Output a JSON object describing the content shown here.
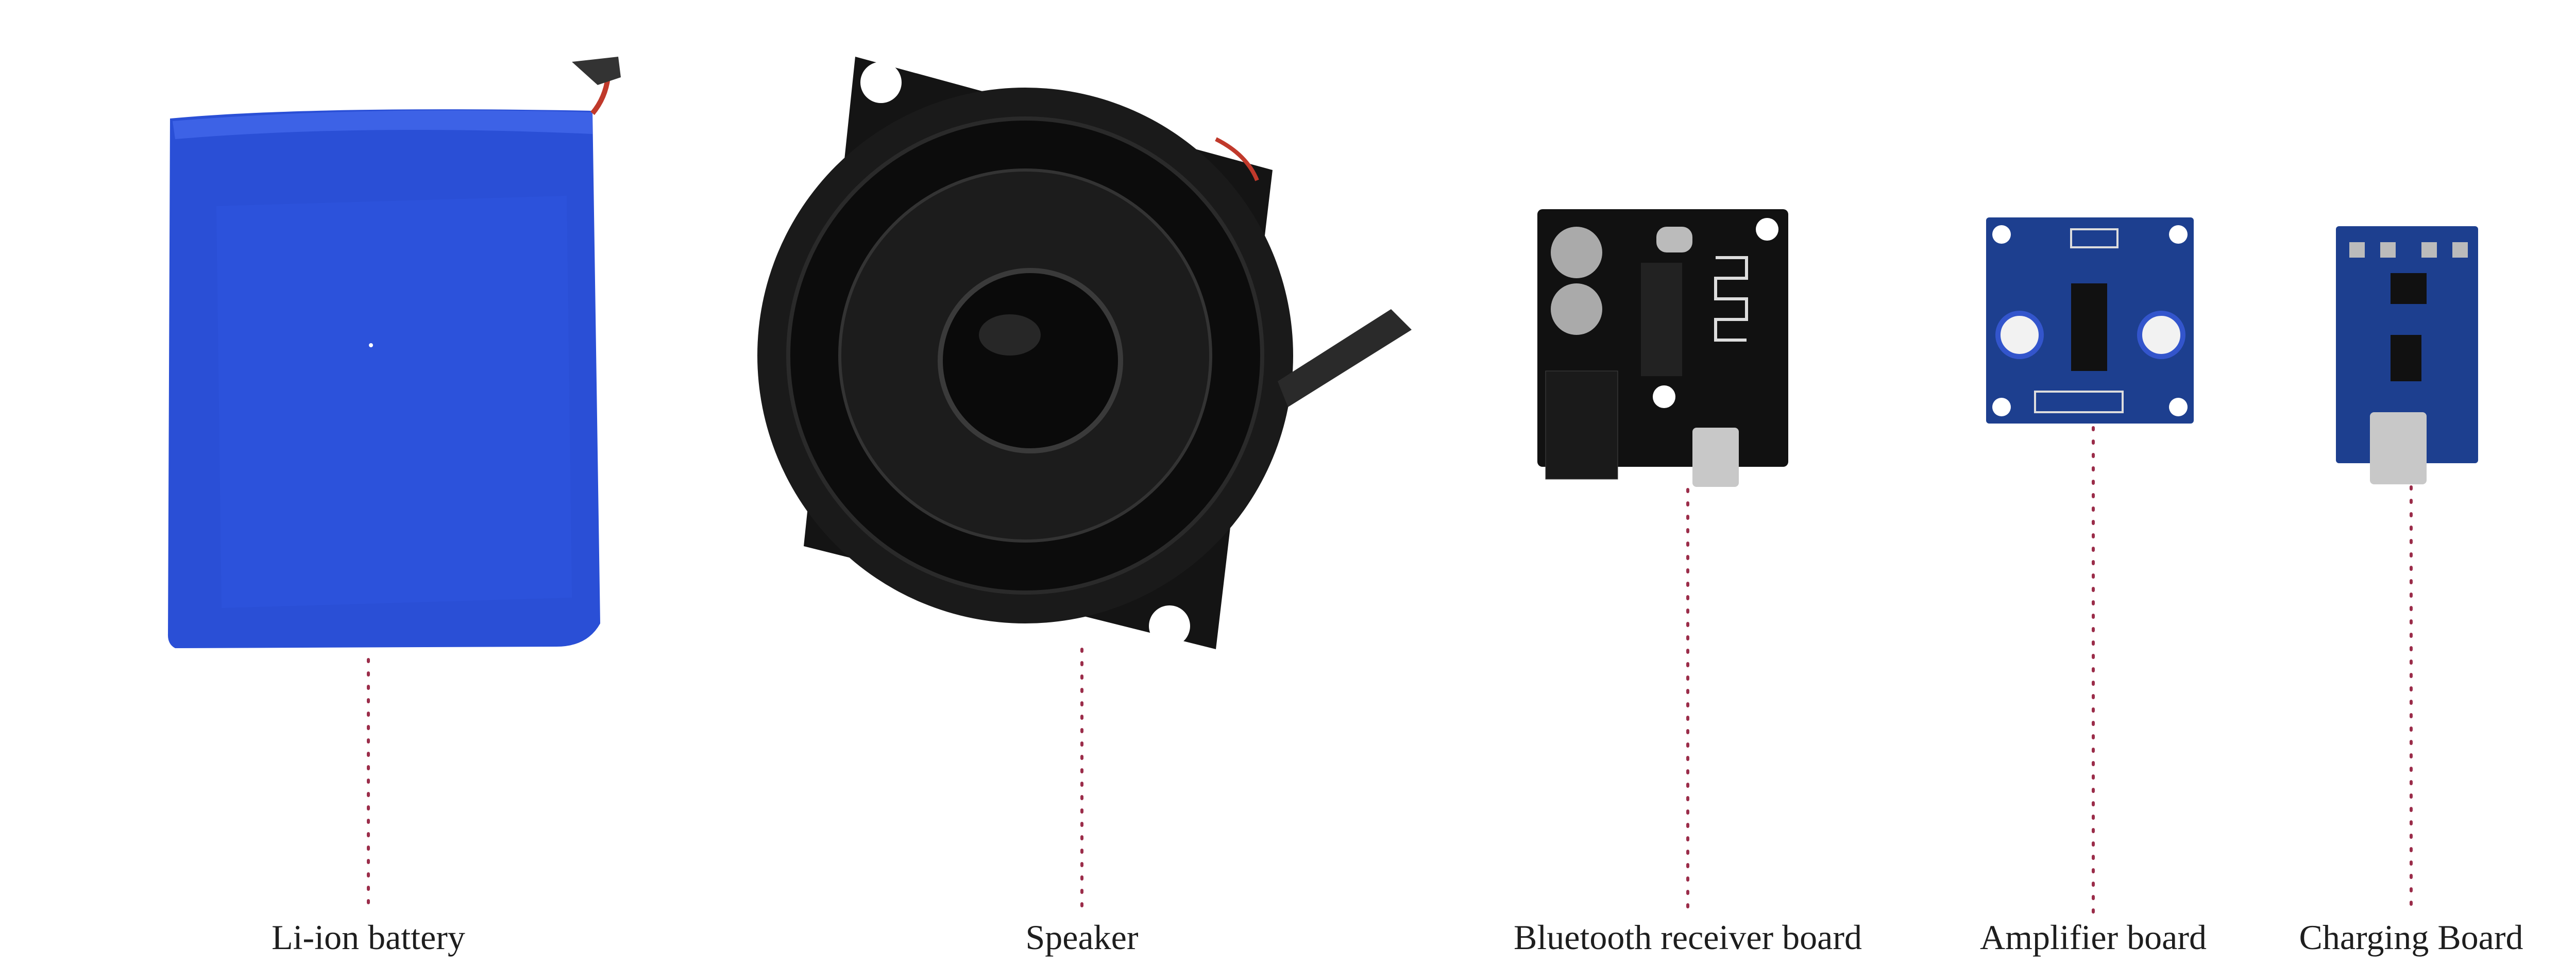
{
  "components": [
    {
      "id": "battery",
      "label": "Li-ion battery"
    },
    {
      "id": "speaker",
      "label": "Speaker"
    },
    {
      "id": "bluetooth",
      "label": "Bluetooth receiver board"
    },
    {
      "id": "amplifier",
      "label": "Amplifier board"
    },
    {
      "id": "charging",
      "label": "Charging Board"
    }
  ],
  "colors": {
    "leader_line": "#9b2d4a",
    "battery": "#2a4fd6",
    "pcb_blue": "#1d3f8f",
    "pcb_black": "#111111",
    "label_text": "#1e1e1e"
  }
}
